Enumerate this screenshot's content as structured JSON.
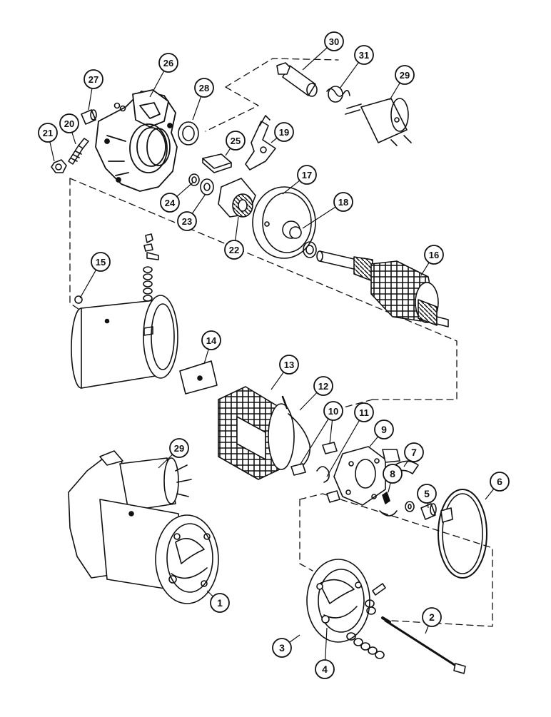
{
  "diagram": {
    "callouts": [
      {
        "id": "c1",
        "label": "1"
      },
      {
        "id": "c2",
        "label": "2"
      },
      {
        "id": "c3",
        "label": "3"
      },
      {
        "id": "c4",
        "label": "4"
      },
      {
        "id": "c5",
        "label": "5"
      },
      {
        "id": "c6",
        "label": "6"
      },
      {
        "id": "c7",
        "label": "7"
      },
      {
        "id": "c8",
        "label": "8"
      },
      {
        "id": "c9",
        "label": "9"
      },
      {
        "id": "c10",
        "label": "10"
      },
      {
        "id": "c11",
        "label": "11"
      },
      {
        "id": "c12",
        "label": "12"
      },
      {
        "id": "c13",
        "label": "13"
      },
      {
        "id": "c14",
        "label": "14"
      },
      {
        "id": "c15",
        "label": "15"
      },
      {
        "id": "c16",
        "label": "16"
      },
      {
        "id": "c17",
        "label": "17"
      },
      {
        "id": "c18",
        "label": "18"
      },
      {
        "id": "c19",
        "label": "19"
      },
      {
        "id": "c20",
        "label": "20"
      },
      {
        "id": "c21",
        "label": "21"
      },
      {
        "id": "c22",
        "label": "22"
      },
      {
        "id": "c23",
        "label": "23"
      },
      {
        "id": "c24",
        "label": "24"
      },
      {
        "id": "c25",
        "label": "25"
      },
      {
        "id": "c26",
        "label": "26"
      },
      {
        "id": "c27",
        "label": "27"
      },
      {
        "id": "c28",
        "label": "28"
      },
      {
        "id": "c29a",
        "label": "29"
      },
      {
        "id": "c29b",
        "label": "29"
      },
      {
        "id": "c30",
        "label": "30"
      },
      {
        "id": "c31",
        "label": "31"
      }
    ]
  }
}
